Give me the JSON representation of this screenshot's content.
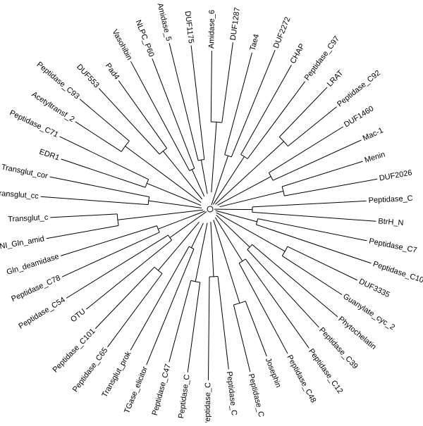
{
  "tree": {
    "style": {
      "line_color": "#000000",
      "label_color": "#000000",
      "background": "#ffffff"
    },
    "leaves": [
      "Peptidase_C",
      "BtrH_N",
      "Peptidase_C7",
      "Peptidase_C10",
      "DUF3335",
      "Guanylate_cyc_2",
      "Phytochelatin",
      "Peptidase_C39",
      "Peptidase_C12",
      "Peptidase_C48",
      "Josephin",
      "Peptidase_C",
      "Peptidase_C",
      "Peptidase_C",
      "Peptidase_C",
      "Peptidase_C47",
      "TGase_elicitor",
      "Transglut_prok",
      "Peptidase_C65",
      "Peptidase_C101",
      "OTU",
      "Peptidase_C54",
      "Peptidase_C78",
      "Gln_deamidase",
      "NI_Gln_amid",
      "Transglut_c",
      "Transglut_cc",
      "Transglut_cor",
      "EDR1",
      "Peptidase_C71",
      "Acetyltransf_2",
      "Peptidase_C93",
      "DUF553",
      "Pad4",
      "Vasohibin",
      "NLPC_P60",
      "Amidase_5",
      "DUF1175",
      "Amidase_6",
      "DUF1287",
      "Tae4",
      "DUF2272",
      "CHAP",
      "Peptidase_C97",
      "LRAT",
      "Peptidase_C92",
      "DUF1460",
      "Mac-1",
      "Menin",
      "DUF2026"
    ]
  }
}
